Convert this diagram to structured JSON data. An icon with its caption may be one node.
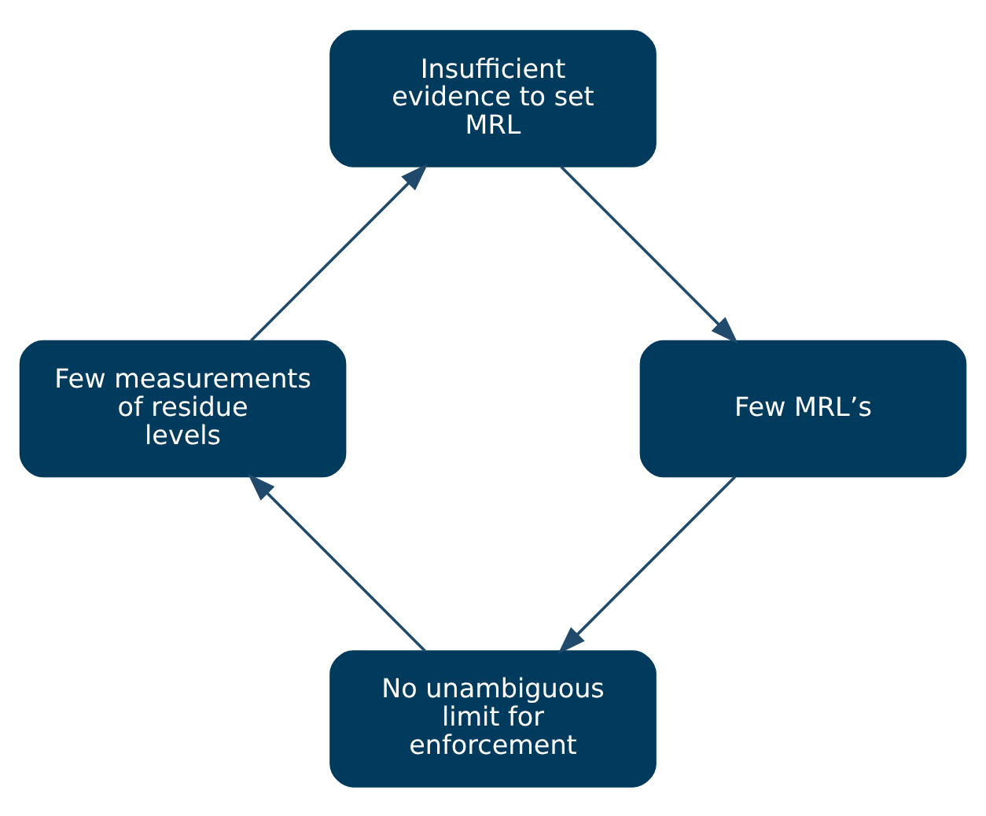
{
  "diagram": {
    "nodes": [
      {
        "text": [
          "No unambiguous limit for enforcement"
        ]
      },
      {
        "text": [
          "Few measurements of residue levels"
        ]
      },
      {
        "text": [
          "Insufficient evidence to set MRL"
        ]
      },
      {
        "text": [
          "Few MRL’s"
        ]
      }
    ],
    "edges": [
      {
        "from": 0,
        "to": 1,
        "arrow": "to"
      },
      {
        "from": 1,
        "to": 2,
        "arrow": "to"
      },
      {
        "from": 2,
        "to": 3,
        "arrow": "to"
      },
      {
        "from": 3,
        "to": 0,
        "arrow": "to"
      }
    ]
  }
}
